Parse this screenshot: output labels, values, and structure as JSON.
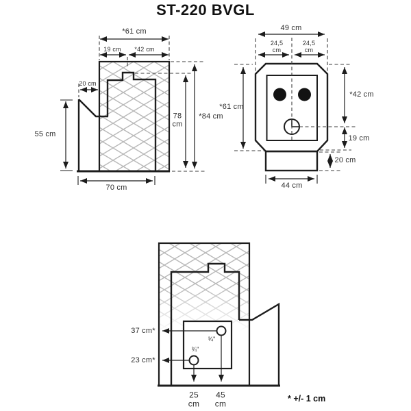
{
  "title": "ST-220 BVGL",
  "note": "* +/- 1 cm",
  "colors": {
    "ink": "#1d1d1d",
    "mesh_gray": "#b9b9b9",
    "text": "#2e2e2e"
  },
  "side_view": {
    "total_depth": "*61 cm",
    "front_section": "19 cm",
    "rear_section": "*42 cm",
    "tunnel_length": "20 cm",
    "tunnel_height": "55 cm",
    "flue_top_height": {
      "value": "78",
      "unit": "cm"
    },
    "total_height": "*84 cm",
    "base_depth": "70 cm"
  },
  "front_view": {
    "total_width": "49 cm",
    "half_width_left": {
      "value": "24,5",
      "unit": "cm"
    },
    "half_width_right": {
      "value": "24,5",
      "unit": "cm"
    },
    "body_height": "*61 cm",
    "upper_section": "*42 cm",
    "lower_section": "19 cm",
    "base_height": "20 cm",
    "base_width": "44 cm"
  },
  "connection_view": {
    "upper_port_height": "37 cm*",
    "lower_port_height": "23 cm*",
    "upper_port_thread": "¾\"",
    "lower_port_thread": "¾\"",
    "upper_port_offset": {
      "value": "45",
      "unit": "cm"
    },
    "lower_port_offset": {
      "value": "25",
      "unit": "cm"
    }
  }
}
